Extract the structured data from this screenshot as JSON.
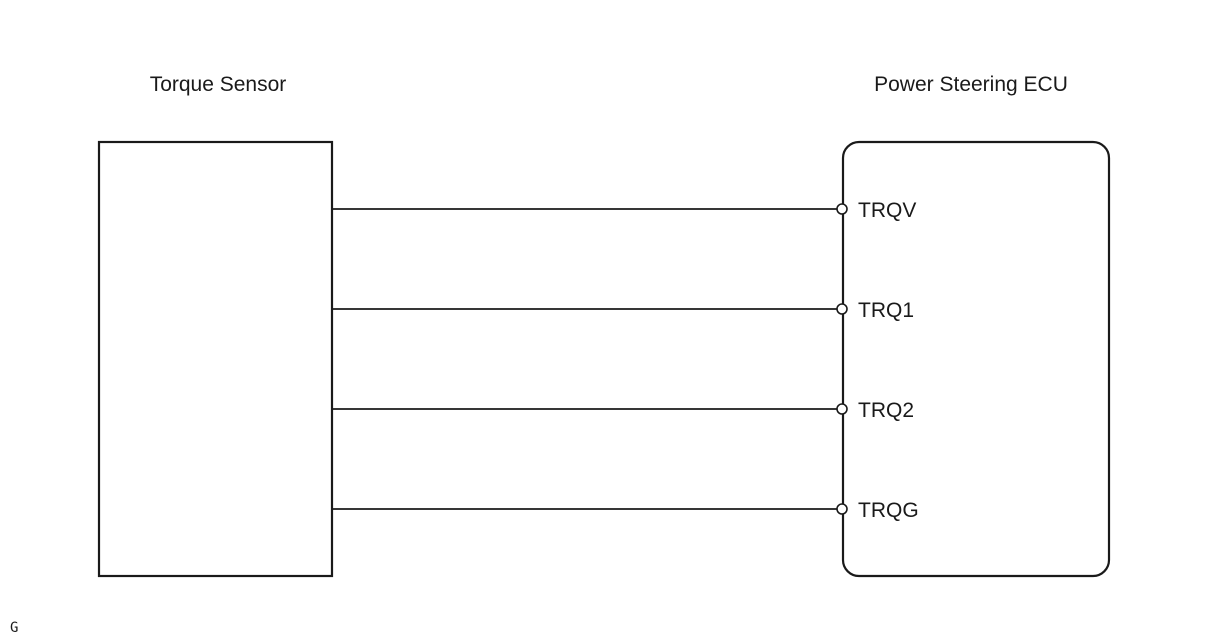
{
  "components": {
    "left": {
      "title": "Torque Sensor"
    },
    "right": {
      "title": "Power Steering ECU"
    }
  },
  "connections": [
    {
      "pin": "TRQV"
    },
    {
      "pin": "TRQ1"
    },
    {
      "pin": "TRQ2"
    },
    {
      "pin": "TRQG"
    }
  ],
  "footer": {
    "code": "G"
  }
}
